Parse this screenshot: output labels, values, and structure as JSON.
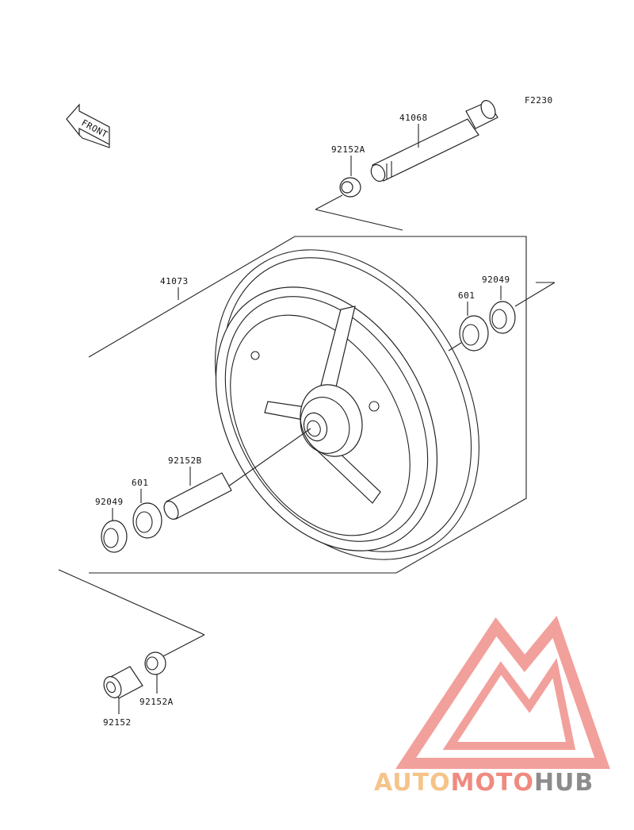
{
  "diagram": {
    "code": "F2230",
    "front_label": "FRONT",
    "parts": [
      {
        "id": "axle",
        "number": "41068"
      },
      {
        "id": "collar-top",
        "number": "92152A"
      },
      {
        "id": "wheel",
        "number": "41073"
      },
      {
        "id": "seal-right",
        "number": "92049"
      },
      {
        "id": "bearing-right",
        "number": "601"
      },
      {
        "id": "spacer",
        "number": "92152B"
      },
      {
        "id": "bearing-left",
        "number": "601"
      },
      {
        "id": "seal-left",
        "number": "92049"
      },
      {
        "id": "collar-bottom",
        "number": "92152A"
      },
      {
        "id": "collar-left",
        "number": "92152"
      }
    ]
  },
  "watermark": {
    "part1": "AUTO",
    "part2": "MOTO",
    "part3": "HUB",
    "color1": "#f5c48a",
    "color2": "#f08a80",
    "color3": "#8c8c8c",
    "logo_color": "#f0908a"
  }
}
